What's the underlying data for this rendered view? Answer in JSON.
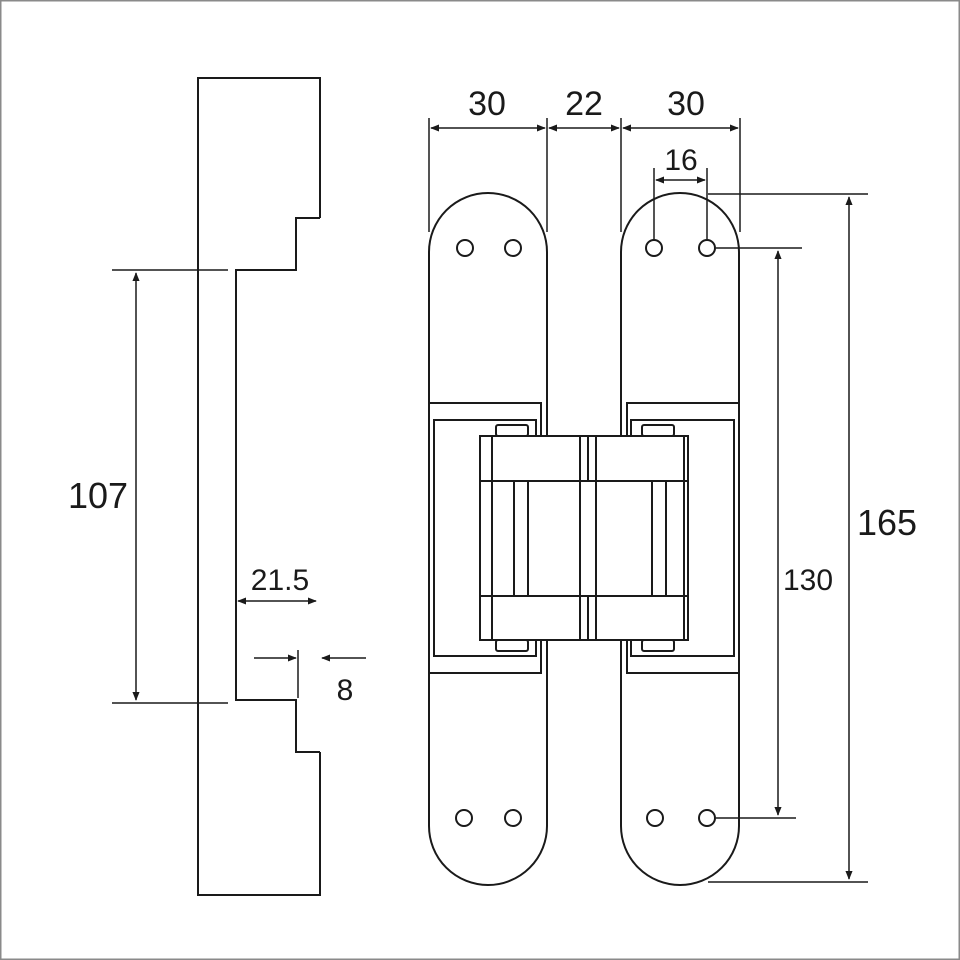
{
  "drawing": {
    "labels": {
      "cut_depth": "107",
      "mortise_width": "21.5",
      "edge_offset": "8",
      "leaf_width_left": "30",
      "gap_width": "22",
      "leaf_width_right": "30",
      "hole_spacing": "16",
      "hole_pitch": "130",
      "total_length": "165"
    }
  }
}
